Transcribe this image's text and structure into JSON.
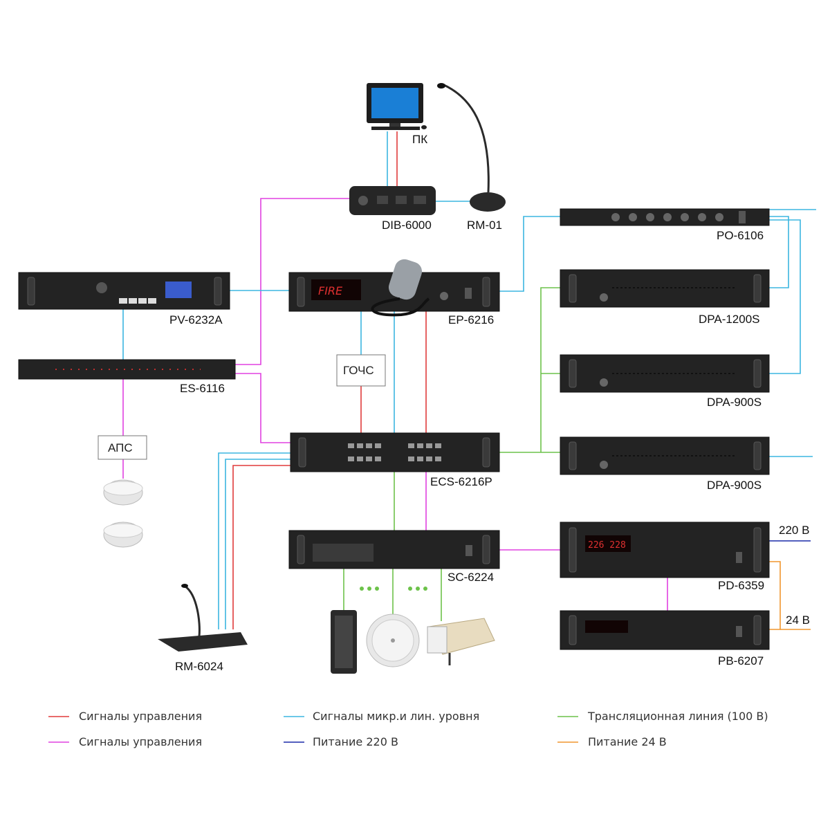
{
  "colors": {
    "control_red": "#e03a3a",
    "control_magenta": "#e040e0",
    "audio_cyan": "#3bb6e0",
    "broadcast_green": "#6cc24a",
    "power_220": "#1a2aa8",
    "power_24": "#f0962e"
  },
  "devices": {
    "pc": "ПК",
    "dib": "DIB-6000",
    "rm01": "RM-01",
    "po": "PO-6106",
    "pv": "PV-6232A",
    "ep": "EP-6216",
    "ep_display": "FIRE",
    "dpa1200": "DPA-1200S",
    "es": "ES-6116",
    "dpa900a": "DPA-900S",
    "ecs": "ECS-6216P",
    "dpa900b": "DPA-900S",
    "sc": "SC-6224",
    "pd": "PD-6359",
    "pd_display": "226 228",
    "pb": "PB-6207",
    "rm6024": "RM-6024"
  },
  "boxes": {
    "gochs": "ГОЧС",
    "aps": "АПС"
  },
  "power": {
    "v220": "220 В",
    "v24": "24 В"
  },
  "legend": [
    {
      "text": "Сигналы управления",
      "color": "#e03a3a"
    },
    {
      "text": "Сигналы микр.и лин. уровня",
      "color": "#3bb6e0"
    },
    {
      "text": "Трансляционная линия (100 В)",
      "color": "#6cc24a"
    },
    {
      "text": "Сигналы управления",
      "color": "#e040e0"
    },
    {
      "text": "Питание 220 В",
      "color": "#1a2aa8"
    },
    {
      "text": "Питание 24 В",
      "color": "#f0962e"
    }
  ]
}
